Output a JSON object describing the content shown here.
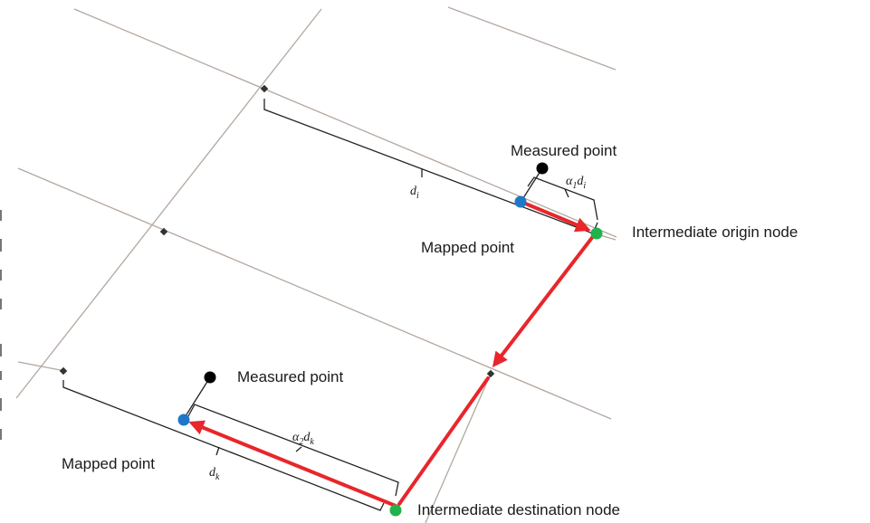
{
  "labels": {
    "measured_point_top": "Measured point",
    "mapped_point_top": "Mapped point",
    "origin_node": "Intermediate origin node",
    "measured_point_bottom": "Measured point",
    "mapped_point_bottom": "Mapped point",
    "destination_node": "Intermediate destination node"
  },
  "math": {
    "d_i": {
      "base": "d",
      "sub": "i"
    },
    "alpha1_di": {
      "a": "α",
      "a_sub": "1",
      "b": "d",
      "b_sub": "i"
    },
    "d_k": {
      "base": "d",
      "sub": "k"
    },
    "alpha2_dk": {
      "a": "α",
      "a_sub": "2",
      "b": "d",
      "b_sub": "k"
    }
  },
  "colors": {
    "grid_line": "#b3a79f",
    "bracket": "#222222",
    "path_arrow": "#e8262b",
    "mapped_point": "#1f77c8",
    "node_point": "#22b24c",
    "measured_point": "#000000",
    "grid_node": "#333333"
  }
}
